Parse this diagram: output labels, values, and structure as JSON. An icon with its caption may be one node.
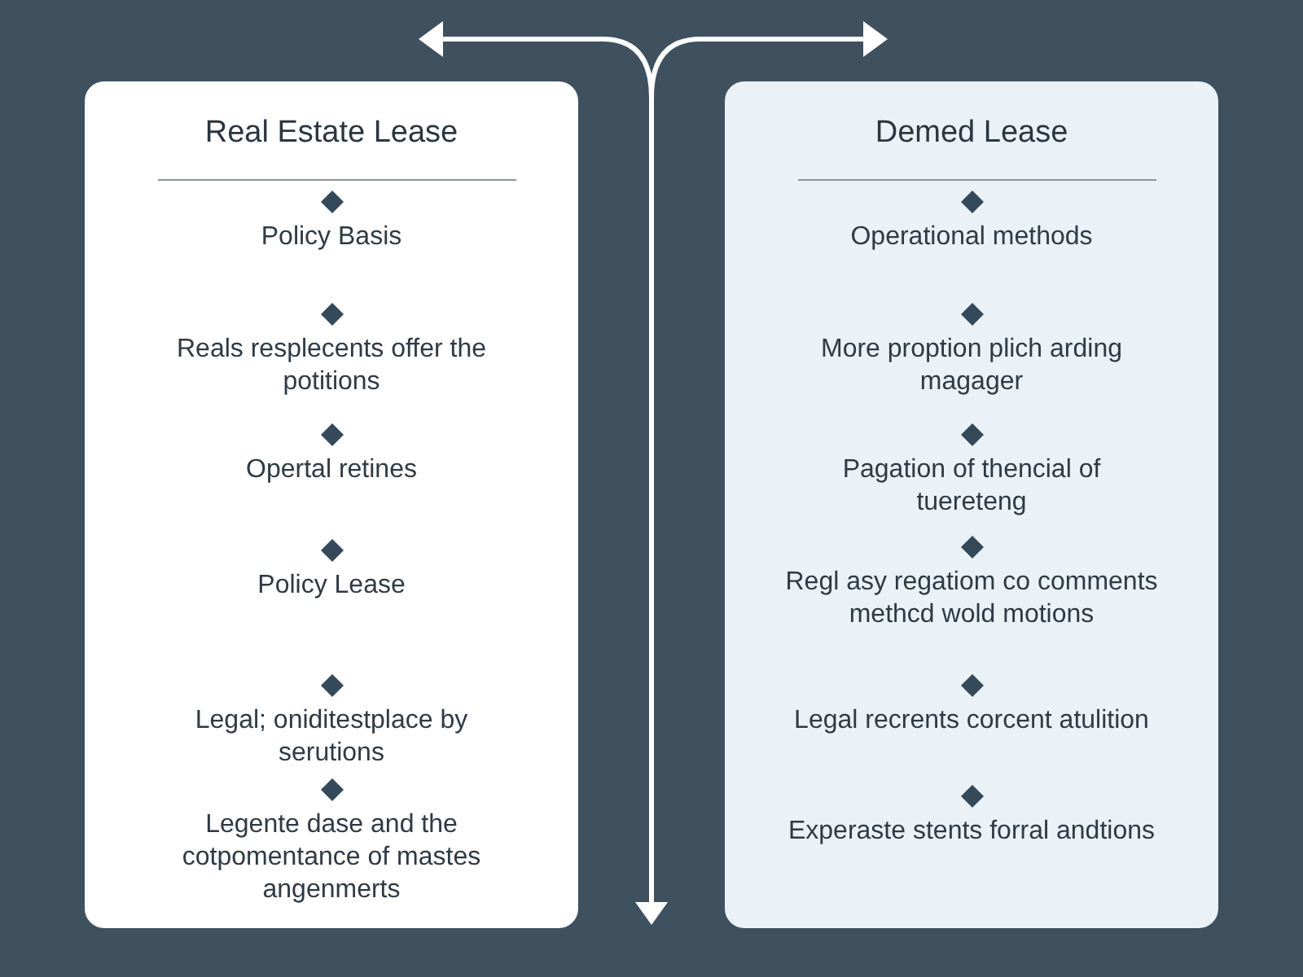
{
  "diagram": {
    "nodes": [
      {
        "text": [
          "Real Estate Lease"
        ]
      },
      {
        "text": [
          "Policy Basis"
        ],
        "in": 0
      },
      {
        "text": [
          "Reals resplecents offer the potitions"
        ],
        "in": 0
      },
      {
        "text": [
          "Opertal retines"
        ],
        "in": 0
      },
      {
        "text": [
          "Policy Lease"
        ],
        "in": 0
      },
      {
        "text": [
          "Legal; oniditestplace by serutions"
        ],
        "in": 0
      },
      {
        "text": [
          "Legente dase and the cotpomentance of mastes angenmerts"
        ],
        "in": 0
      },
      {
        "text": [
          "Demed Lease"
        ]
      },
      {
        "text": [
          "Operational methods"
        ],
        "in": 7
      },
      {
        "text": [
          "More proption plich arding magager"
        ],
        "in": 7
      },
      {
        "text": [
          "Pagation of thencial of tuereteng"
        ],
        "in": 7
      },
      {
        "text": [
          "Regl asy regatiom co comments methcd wold motions"
        ],
        "in": 7
      },
      {
        "text": [
          "Legal recrents corcent atulition"
        ],
        "in": 7
      },
      {
        "text": [
          "Experaste stents forral andtions"
        ],
        "in": 7
      }
    ]
  }
}
